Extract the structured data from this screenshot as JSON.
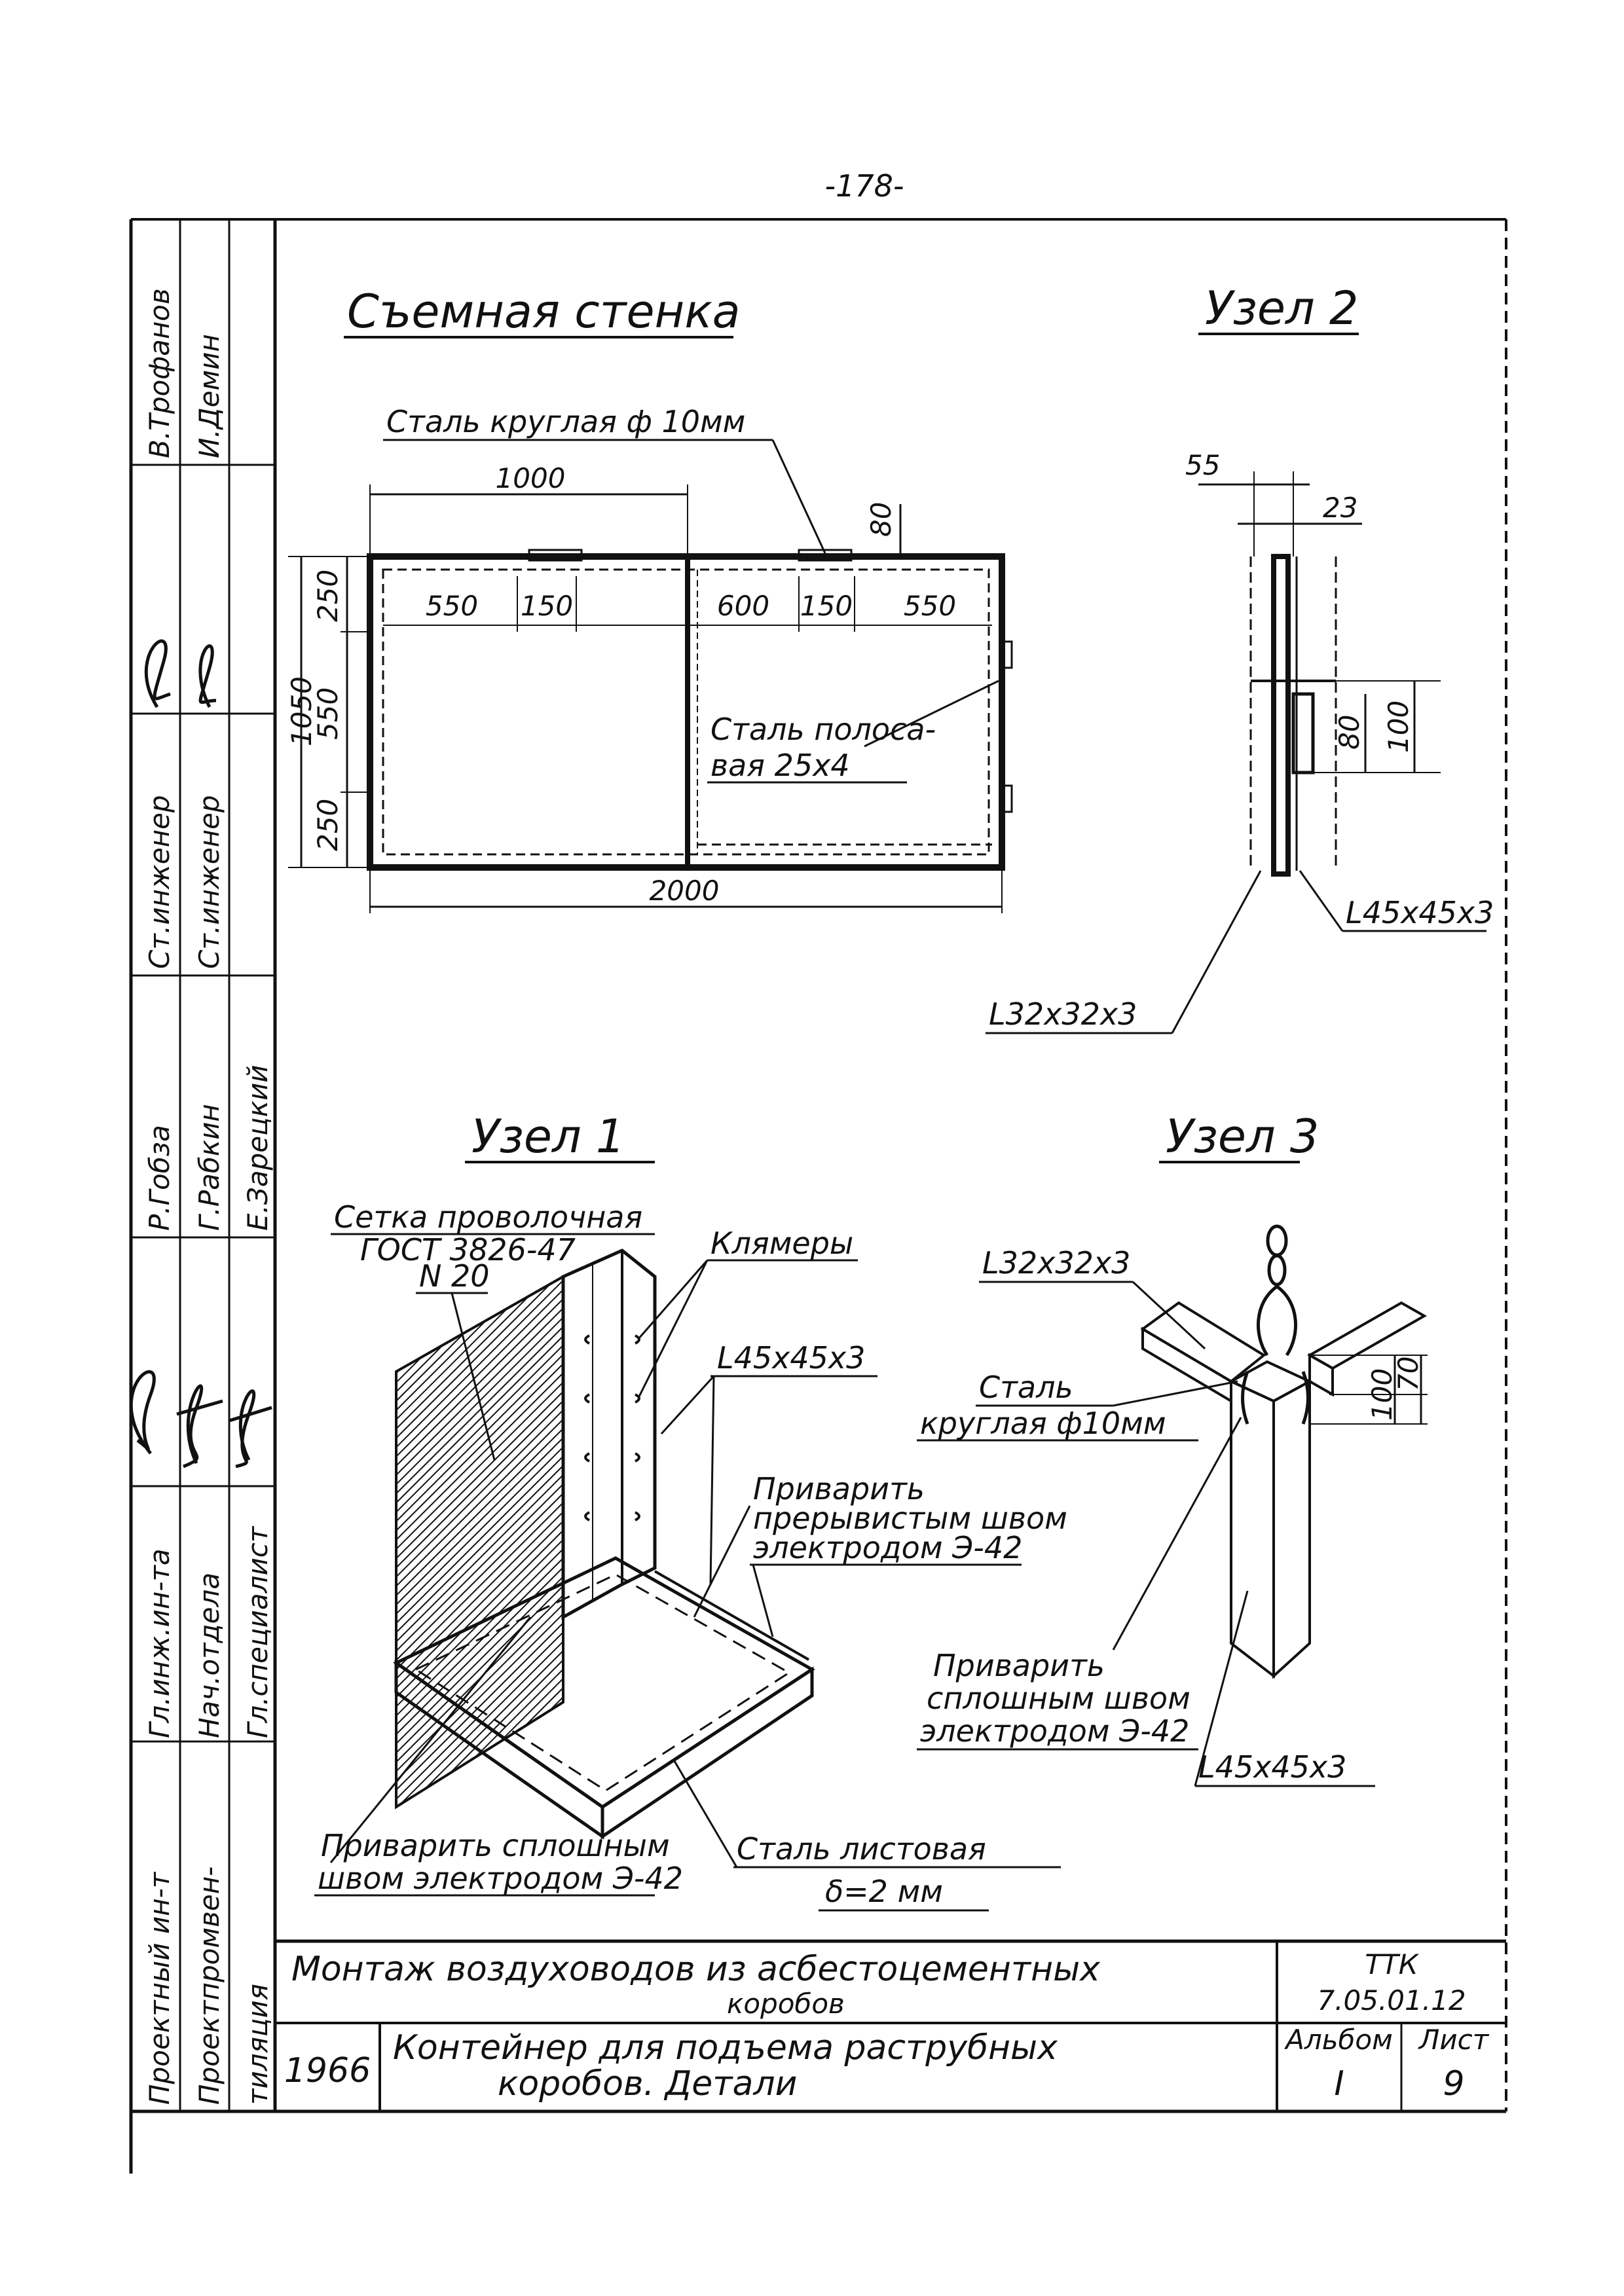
{
  "page_number": "-178-",
  "views": {
    "removable_wall": {
      "title": "Съемная стенка",
      "callouts": {
        "round_steel": "Сталь круглая ф 10мм",
        "strip_steel_line1": "Сталь полоса-",
        "strip_steel_line2": "вая 25х4"
      },
      "dims": {
        "top_1000": "1000",
        "d550_left": "550",
        "d150_left": "150",
        "d600": "600",
        "d150_right": "150",
        "d550_right": "550",
        "d80": "80",
        "h250_top": "250",
        "h550": "550",
        "h250_bottom": "250",
        "h1050": "1050",
        "w2000": "2000"
      }
    },
    "node2": {
      "title": "Узел 2",
      "dims": {
        "d55": "55",
        "d23": "23",
        "d80": "80",
        "d100": "100"
      },
      "callouts": {
        "angle45": "L45х45х3",
        "angle32": "L32х32х3"
      }
    },
    "node1": {
      "title": "Узел 1",
      "callouts": {
        "mesh_line1": "Сетка проволочная",
        "mesh_line2": "ГОСТ 3826-47",
        "mesh_line3": "N 20",
        "clamps": "Клямеры",
        "angle45": "L45х45х3",
        "weld_int_line1": "Приварить",
        "weld_int_line2": "прерывистым швом",
        "weld_int_line3": "электродом Э-42",
        "weld_cont_line1": "Приварить сплошным",
        "weld_cont_line2": "швом электродом Э-42",
        "sheet_steel_line1": "Сталь листовая",
        "sheet_steel_line2": "δ=2 мм"
      }
    },
    "node3": {
      "title": "Узел 3",
      "callouts": {
        "angle32": "L32х32х3",
        "round_line1": "Сталь",
        "round_line2": "круглая ф10мм",
        "weld_line1": "Приварить",
        "weld_line2": "сплошным швом",
        "weld_line3": "электродом Э-42",
        "angle45": "L45х45х3"
      },
      "dims": {
        "d70": "70",
        "d100": "100"
      }
    }
  },
  "side_stamp": {
    "org_line1": "Проектный ин-т",
    "org_line2": "Проектпромвен-",
    "org_line3": "тиляция",
    "roles": [
      "Гл.инж.ин-та",
      "Нач.отдела",
      "Гл.специалист"
    ],
    "mid_names": [
      "Р.Гобза",
      "Г.Рабкин",
      "Е.Зарецкий"
    ],
    "engineers": [
      "Ст.инженер",
      "Ст.инженер"
    ],
    "top_names": [
      "В.Трофанов",
      "И.Демин"
    ]
  },
  "title_block": {
    "main_title_line1": "Монтаж воздуховодов из асбестоцементных",
    "main_title_line2": "коробов",
    "code_line1": "ТТК",
    "code_line2": "7.05.01.12",
    "year": "1966",
    "sub_title_line1": "Контейнер для подъема раструбных",
    "sub_title_line2": "коробов. Детали",
    "album_label": "Альбом",
    "album_value": "I",
    "sheet_label": "Лист",
    "sheet_value": "9"
  }
}
